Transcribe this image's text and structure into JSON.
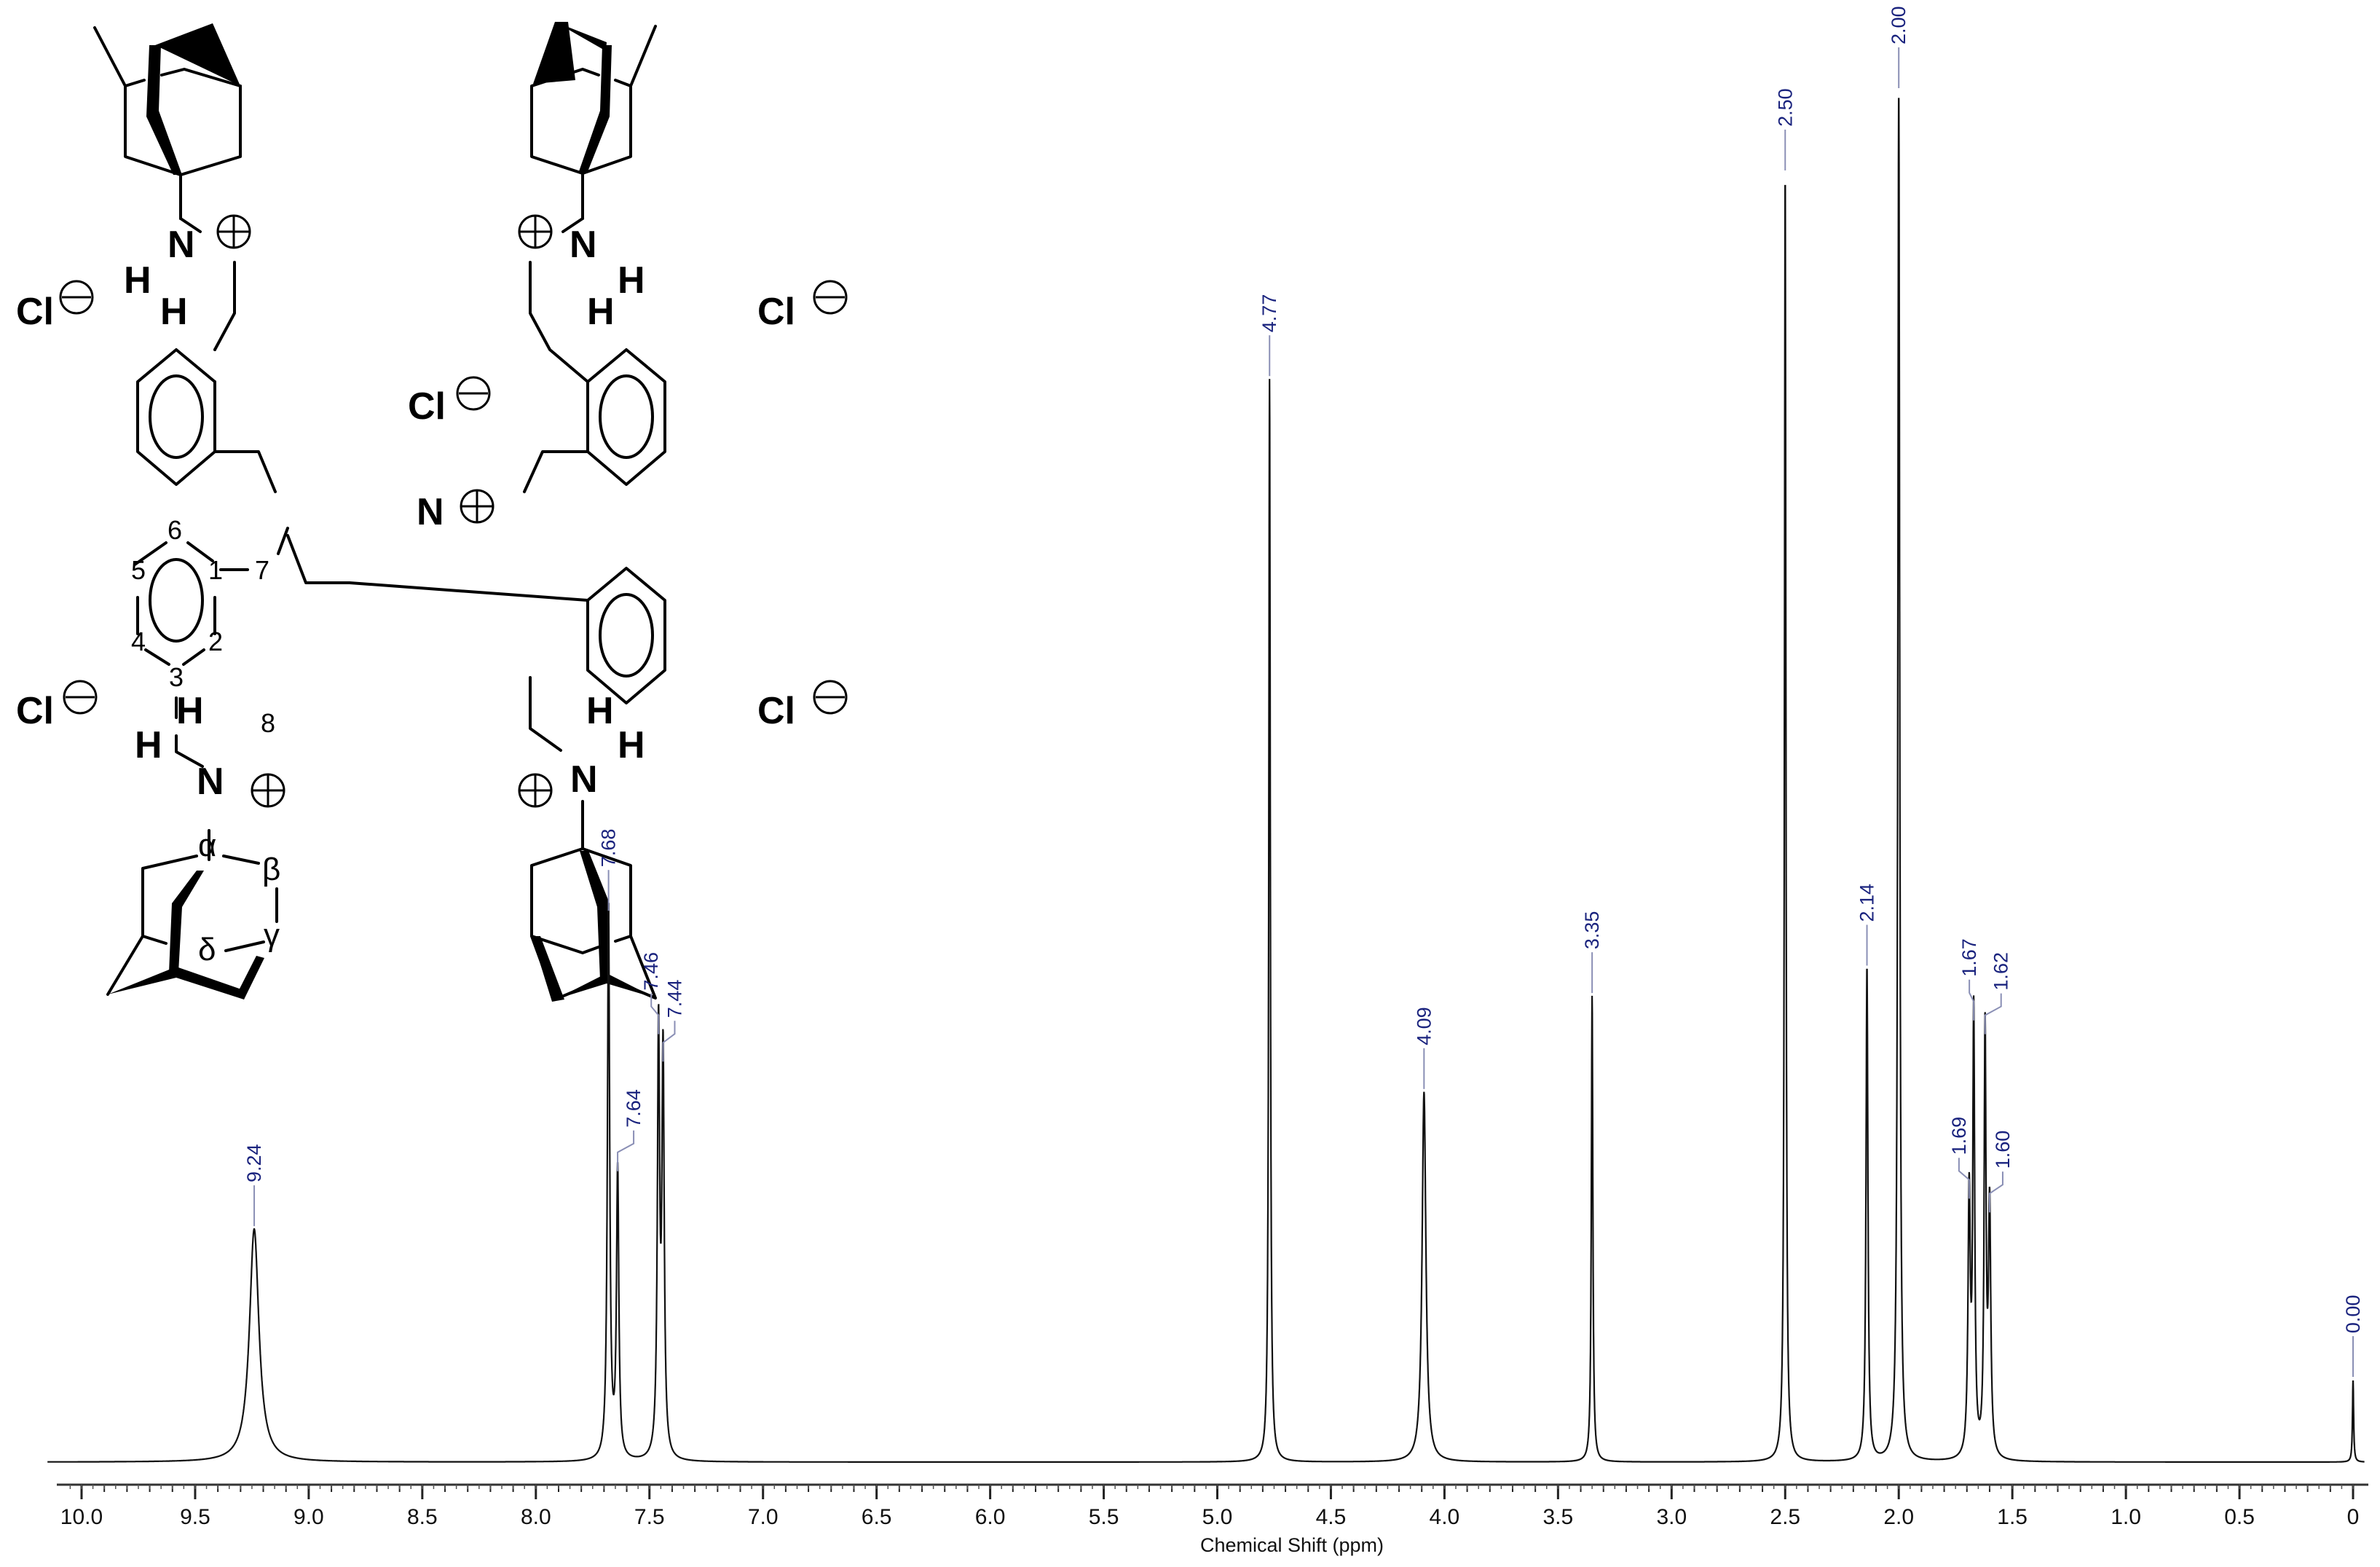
{
  "figure": {
    "type": "1H NMR spectrum with chemical structure",
    "x_axis_title": "Chemical Shift (ppm)"
  },
  "structure": {
    "counterion": "Cl",
    "charge_plus": "+",
    "charge_minus": "−",
    "central_atom": "N",
    "amine_atom": "N",
    "hydrogen": "H",
    "ring_positions": [
      "1",
      "2",
      "3",
      "4",
      "5",
      "6",
      "7",
      "8"
    ],
    "adamantyl_positions": [
      "α",
      "β",
      "γ",
      "δ"
    ]
  },
  "chart_data": {
    "type": "line",
    "title": "",
    "xlabel": "Chemical Shift (ppm)",
    "ylabel": "",
    "xlim": [
      10.0,
      0.0
    ],
    "x_reversed": true,
    "grid": false,
    "legend": null,
    "x_ticks": [
      "10.0",
      "9.5",
      "9.0",
      "8.5",
      "8.0",
      "7.5",
      "7.0",
      "6.5",
      "6.0",
      "5.5",
      "5.0",
      "4.5",
      "4.0",
      "3.5",
      "3.0",
      "2.5",
      "2.0",
      "1.5",
      "1.0",
      "0.5",
      "0"
    ],
    "peaks": [
      {
        "ppm": 9.24,
        "label": "9.24",
        "rel_height": 0.17,
        "width": 0.05
      },
      {
        "ppm": 7.68,
        "label": "7.68",
        "rel_height": 0.4,
        "width": 0.012
      },
      {
        "ppm": 7.64,
        "label": "7.64",
        "rel_height": 0.21,
        "width": 0.012
      },
      {
        "ppm": 7.46,
        "label": "7.46",
        "rel_height": 0.31,
        "width": 0.012
      },
      {
        "ppm": 7.44,
        "label": "7.44",
        "rel_height": 0.29,
        "width": 0.012
      },
      {
        "ppm": 4.77,
        "label": "4.77",
        "rel_height": 0.79,
        "width": 0.008
      },
      {
        "ppm": 4.09,
        "label": "4.09",
        "rel_height": 0.27,
        "width": 0.02
      },
      {
        "ppm": 3.35,
        "label": "3.35",
        "rel_height": 0.34,
        "width": 0.008
      },
      {
        "ppm": 2.5,
        "label": "2.50",
        "rel_height": 0.94,
        "width": 0.008
      },
      {
        "ppm": 2.14,
        "label": "2.14",
        "rel_height": 0.36,
        "width": 0.01
      },
      {
        "ppm": 2.0,
        "label": "2.00",
        "rel_height": 1.0,
        "width": 0.01
      },
      {
        "ppm": 1.69,
        "label": "1.69",
        "rel_height": 0.19,
        "width": 0.012
      },
      {
        "ppm": 1.67,
        "label": "1.67",
        "rel_height": 0.32,
        "width": 0.01
      },
      {
        "ppm": 1.62,
        "label": "1.62",
        "rel_height": 0.31,
        "width": 0.01
      },
      {
        "ppm": 1.6,
        "label": "1.60",
        "rel_height": 0.18,
        "width": 0.012
      },
      {
        "ppm": 0.0,
        "label": "0.00",
        "rel_height": 0.06,
        "width": 0.006
      }
    ]
  }
}
